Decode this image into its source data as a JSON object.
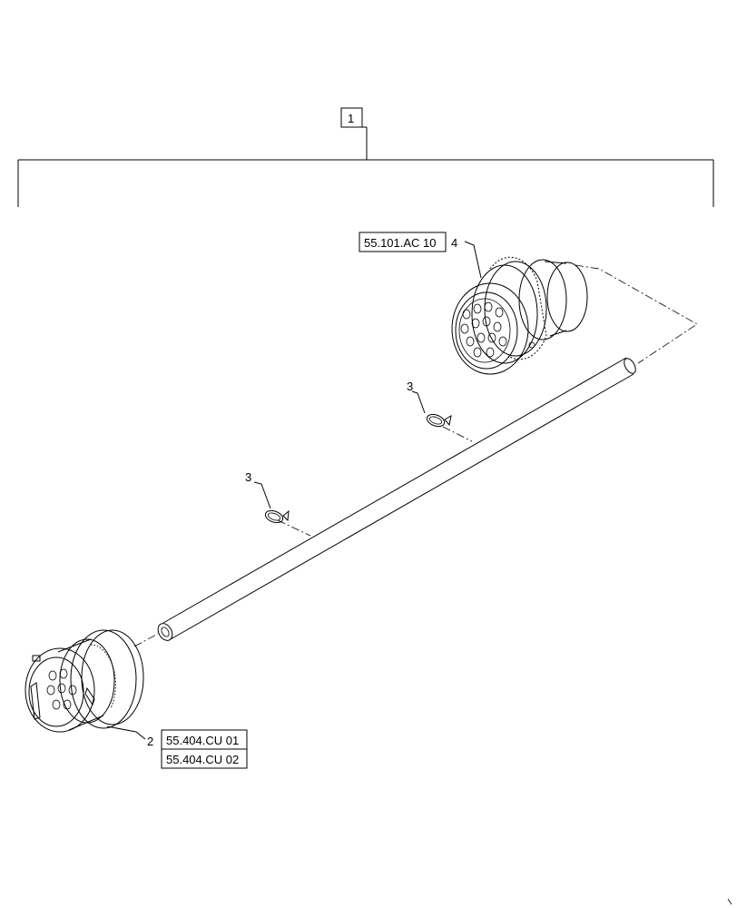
{
  "assembly": {
    "item_number": "1"
  },
  "callouts": {
    "rear_connector": {
      "item_number": "4",
      "ref": "55.101.AC 10"
    },
    "front_connector": {
      "item_number": "2",
      "refs": [
        "55.404.CU 01",
        "55.404.CU 02"
      ]
    },
    "clamp_upper": {
      "item_number": "3"
    },
    "clamp_lower": {
      "item_number": "3"
    }
  }
}
